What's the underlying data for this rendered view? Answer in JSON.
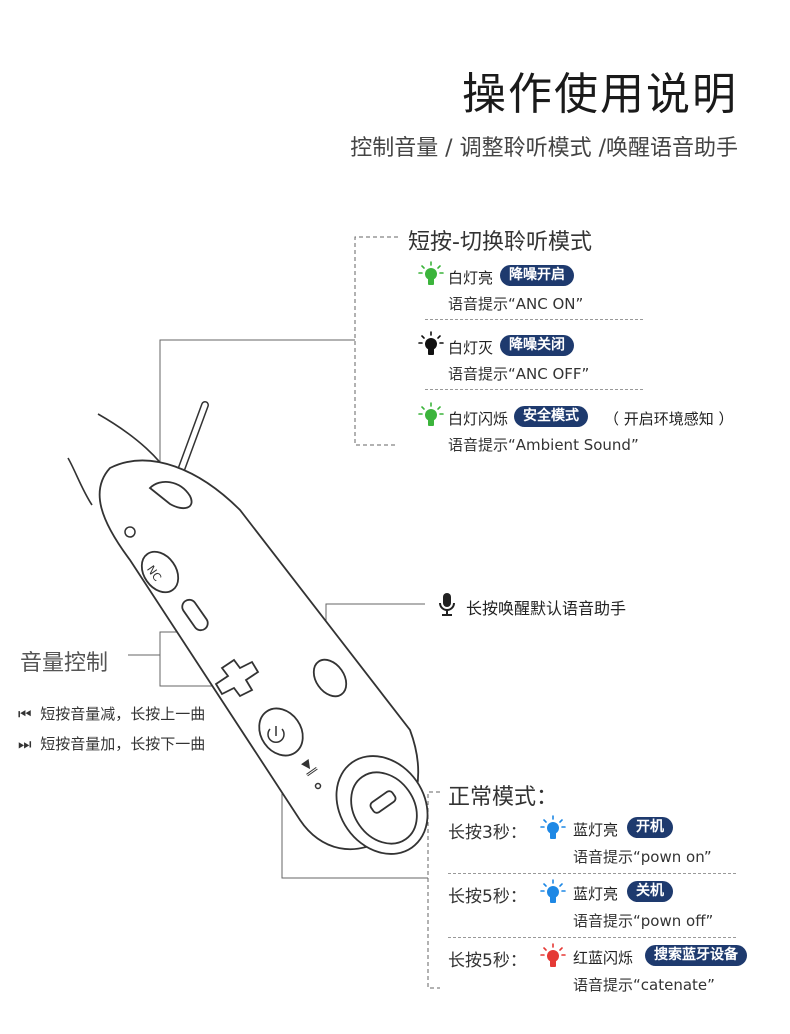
{
  "header": {
    "title": "操作使用说明",
    "subtitle": "控制音量 / 调整聆听模式 /唤醒语音助手"
  },
  "anc_section": {
    "heading": "短按-切换聆听模式",
    "items": [
      {
        "light": "白灯亮",
        "badge": "降噪开启",
        "extra": "",
        "prompt": "语音提示“ANC ON”",
        "bulb_color": "#3cb43c",
        "bulb": "green-bulb-icon"
      },
      {
        "light": "白灯灭",
        "badge": "降噪关闭",
        "extra": "",
        "prompt": "语音提示“ANC OFF”",
        "bulb_color": "#111111",
        "bulb": "black-bulb-icon"
      },
      {
        "light": "白灯闪烁",
        "badge": "安全模式",
        "extra": "（ 开启环境感知 ）",
        "prompt": "语音提示“Ambient Sound”",
        "bulb_color": "#3cb43c",
        "bulb": "green-bulb-icon"
      }
    ]
  },
  "assistant": {
    "label": "长按唤醒默认语音助手",
    "icon": "microphone-icon"
  },
  "volume": {
    "heading": "音量控制",
    "items": [
      {
        "icon": "previous-track-icon",
        "glyph": "⏮",
        "text": "短按音量减，长按上一曲"
      },
      {
        "icon": "next-track-icon",
        "glyph": "⏭",
        "text": "短按音量加，长按下一曲"
      }
    ]
  },
  "normal_section": {
    "heading": "正常模式：",
    "items": [
      {
        "key": "长按3秒：",
        "light": "蓝灯亮",
        "badge": "开机",
        "prompt": "语音提示“pown on”",
        "bulb_color": "#1e88e5",
        "bulb": "blue-bulb-icon"
      },
      {
        "key": "长按5秒：",
        "light": "蓝灯亮",
        "badge": "关机",
        "prompt": "语音提示“pown off”",
        "bulb_color": "#1e88e5",
        "bulb": "blue-bulb-icon"
      },
      {
        "key": "长按5秒：",
        "light": "红蓝闪烁",
        "badge": "搜索蓝牙设备",
        "prompt": "语音提示“catenate”",
        "bulb_color": "#e53935",
        "bulb": "red-blue-bulb-icon"
      }
    ]
  },
  "device": {
    "anc_button_label": "NC",
    "colors": {
      "outline": "#333333",
      "badge": "#1e3a6e"
    }
  }
}
